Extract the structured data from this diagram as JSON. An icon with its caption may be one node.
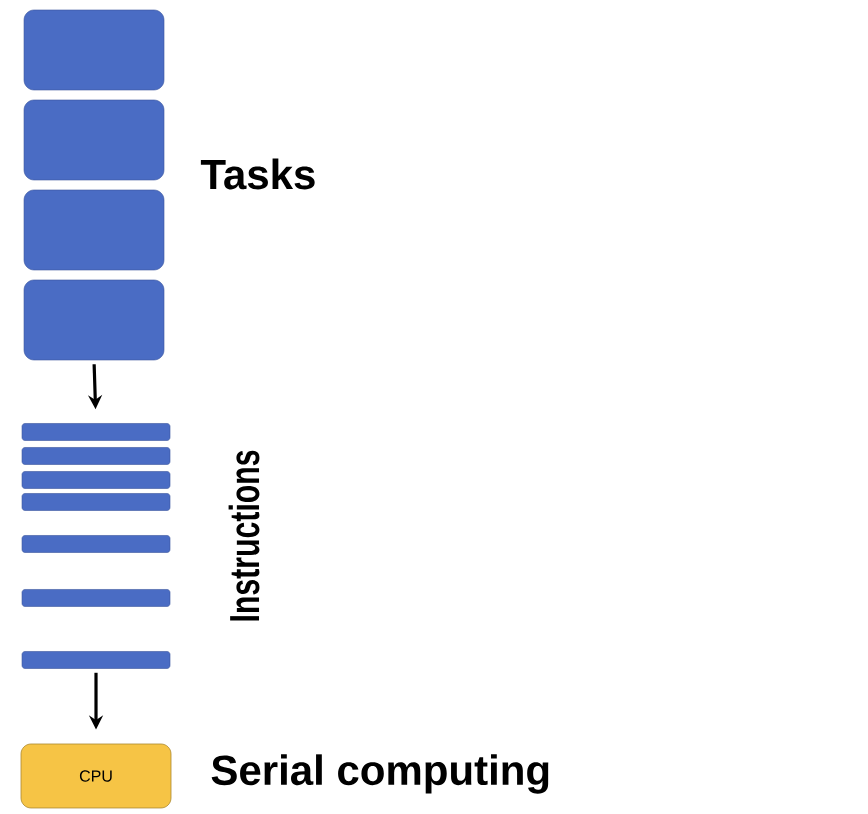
{
  "diagram": {
    "nodes": [
      {
        "text": [],
        "shape": "box"
      },
      {
        "text": [],
        "shape": "box"
      },
      {
        "text": [],
        "shape": "box"
      },
      {
        "text": [],
        "shape": "box"
      },
      {
        "text": [],
        "shape": "bar"
      },
      {
        "text": [],
        "shape": "bar"
      },
      {
        "text": [],
        "shape": "bar"
      },
      {
        "text": [],
        "shape": "bar"
      },
      {
        "text": [],
        "shape": "bar"
      },
      {
        "text": [],
        "shape": "bar"
      },
      {
        "text": [],
        "shape": "bar"
      },
      {
        "text": [
          "CPU"
        ]
      }
    ],
    "edges": [
      {
        "from": 3,
        "to": 4,
        "arrow": "to"
      },
      {
        "from": 10,
        "to": 11,
        "arrow": "to"
      }
    ],
    "labels": [
      "Tasks",
      "Instructions",
      "Serial computing"
    ]
  }
}
